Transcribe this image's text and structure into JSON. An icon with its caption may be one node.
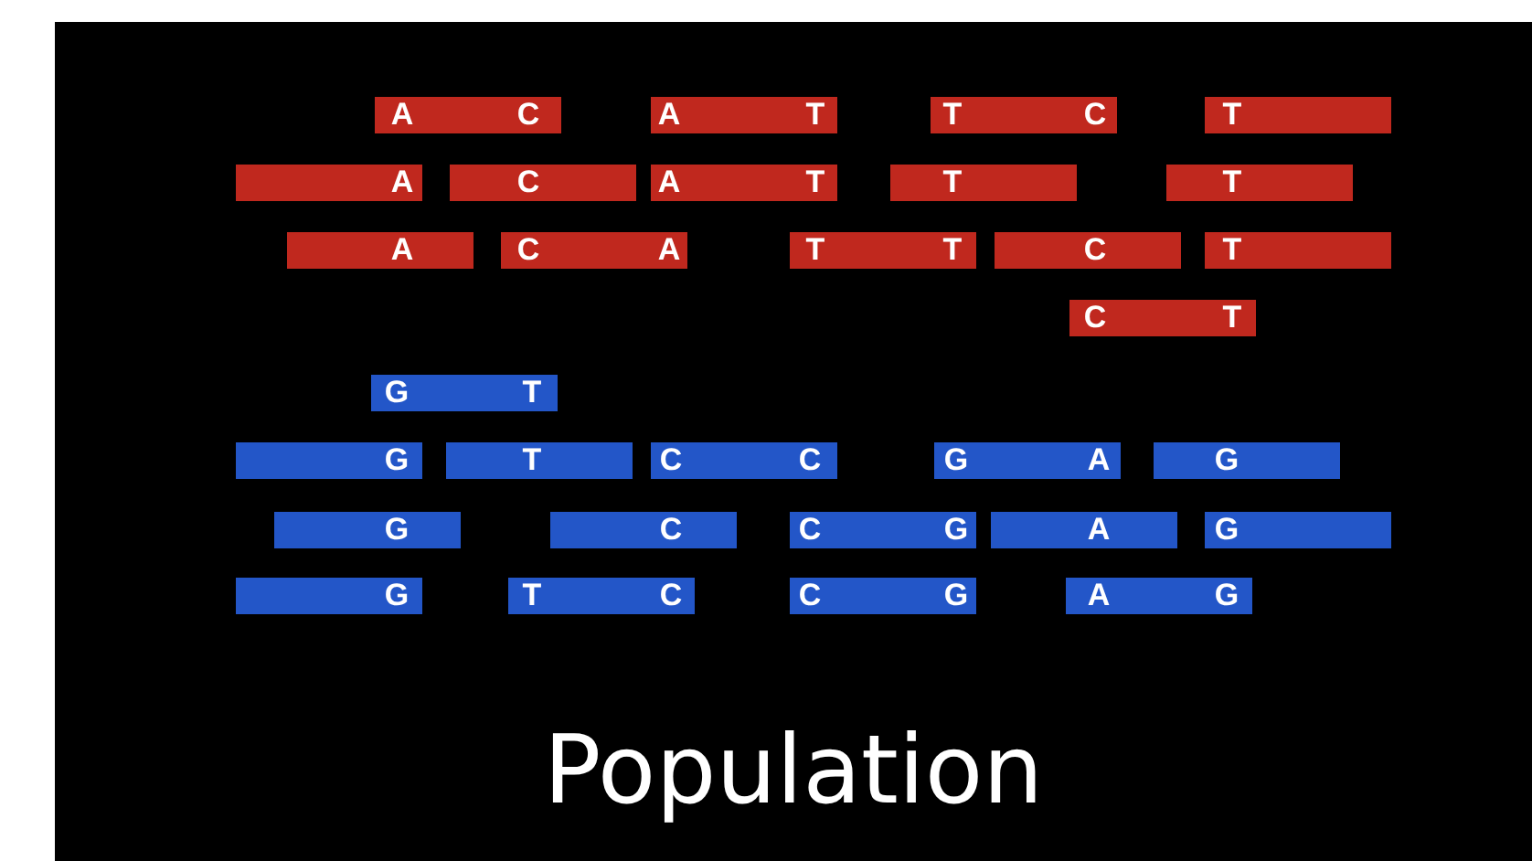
{
  "diagram": {
    "title": "Population",
    "nodes": [
      {
        "text": [
          "A",
          "C"
        ]
      },
      {
        "text": [
          "A",
          "T"
        ]
      },
      {
        "text": [
          "T",
          "C"
        ]
      },
      {
        "text": [
          "T"
        ]
      },
      {
        "text": [
          "A"
        ]
      },
      {
        "text": [
          "C"
        ]
      },
      {
        "text": [
          "A",
          "T"
        ]
      },
      {
        "text": [
          "T"
        ]
      },
      {
        "text": [
          "T"
        ]
      },
      {
        "text": [
          "A"
        ]
      },
      {
        "text": [
          "C",
          "A"
        ]
      },
      {
        "text": [
          "T",
          "T"
        ]
      },
      {
        "text": [
          "C"
        ]
      },
      {
        "text": [
          "T"
        ]
      },
      {
        "text": [
          "C",
          "T"
        ]
      },
      {
        "text": [
          "G",
          "T"
        ]
      },
      {
        "text": [
          "G"
        ]
      },
      {
        "text": [
          "T"
        ]
      },
      {
        "text": [
          "C",
          "C"
        ]
      },
      {
        "text": [
          "G",
          "A"
        ]
      },
      {
        "text": [
          "G"
        ]
      },
      {
        "text": [
          "G"
        ]
      },
      {
        "text": [
          "C"
        ]
      },
      {
        "text": [
          "C",
          "G"
        ]
      },
      {
        "text": [
          "A"
        ]
      },
      {
        "text": [
          "G"
        ]
      },
      {
        "text": [
          "G"
        ]
      },
      {
        "text": [
          "T",
          "C"
        ]
      },
      {
        "text": [
          "C",
          "G"
        ]
      },
      {
        "text": [
          "A",
          "G"
        ]
      }
    ]
  }
}
